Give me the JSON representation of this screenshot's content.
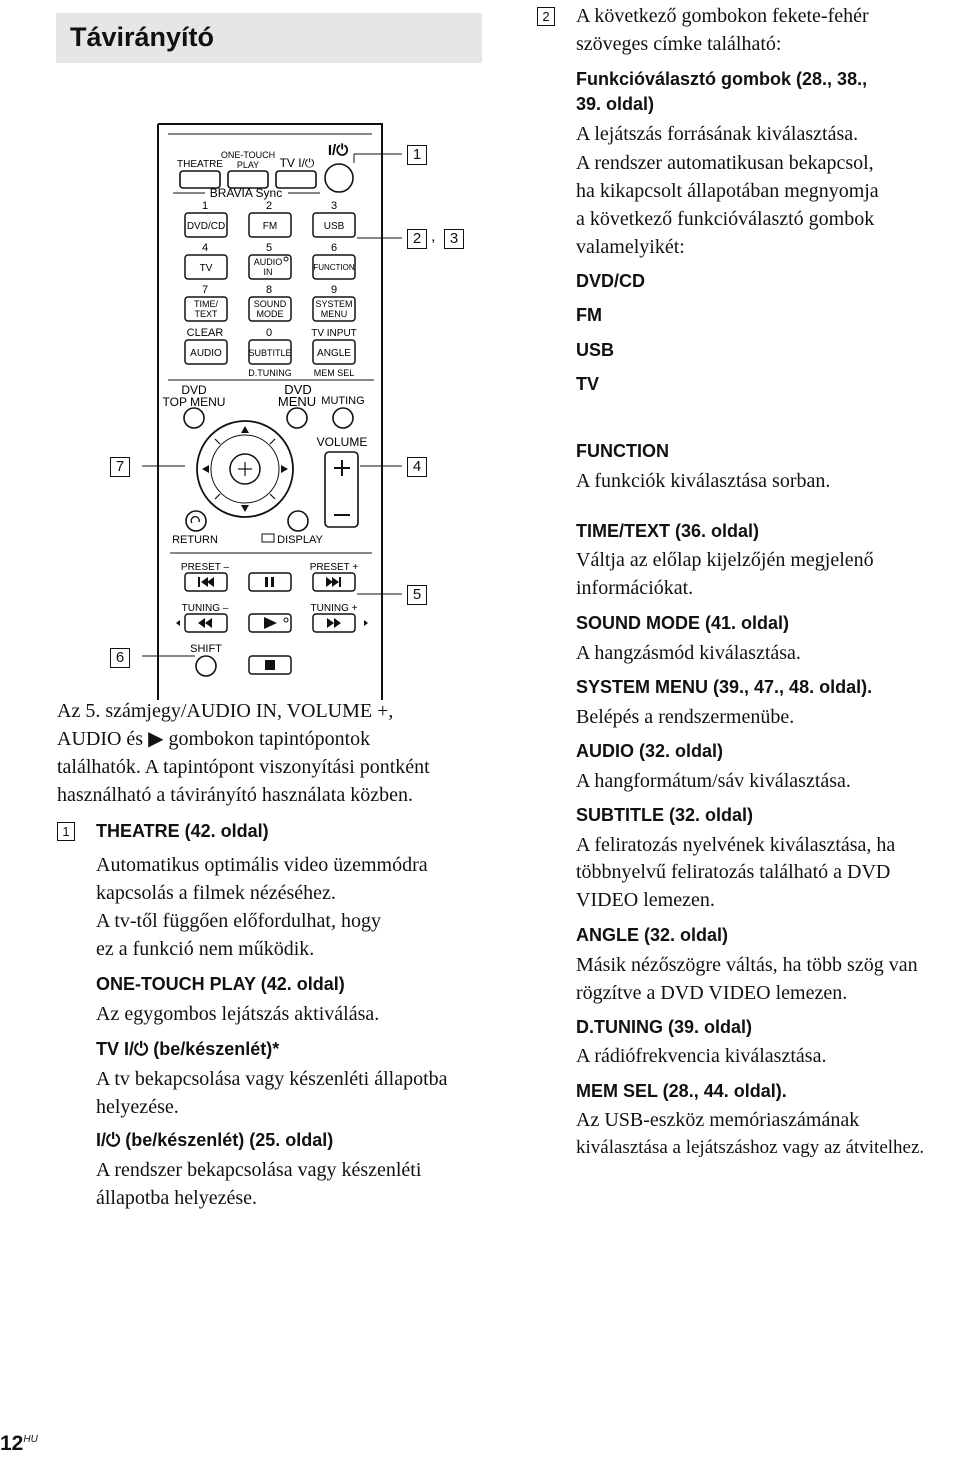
{
  "page": {
    "title": "Távirányító",
    "page_number": "12",
    "page_suffix": "HU"
  },
  "remote": {
    "callouts": [
      "1",
      "2",
      "3",
      "4",
      "5",
      "6",
      "7"
    ],
    "row_top": {
      "theatre": "THEATRE",
      "one_touch": "ONE-TOUCH",
      "play": "PLAY",
      "tv_power": "TV I/⏻",
      "power": "I/⏻"
    },
    "bravia": "BRAVIA Sync",
    "digits": [
      "1",
      "2",
      "3",
      "4",
      "5",
      "6",
      "7",
      "8",
      "9",
      "0"
    ],
    "keys": {
      "dvdcd": "DVD/CD",
      "fm": "FM",
      "usb": "USB",
      "tv": "TV",
      "audio_in_1": "AUDIO",
      "audio_in_2": "IN",
      "function": "FUNCTION",
      "time_1": "TIME/",
      "time_2": "TEXT",
      "sound_1": "SOUND",
      "sound_2": "MODE",
      "system_1": "SYSTEM",
      "system_2": "MENU",
      "clear": "CLEAR",
      "tv_input": "TV INPUT",
      "audio": "AUDIO",
      "subtitle": "SUBTITLE",
      "angle": "ANGLE",
      "dtuning": "D.TUNING",
      "memsel": "MEM SEL",
      "dvd1": "DVD",
      "top_menu": "TOP MENU",
      "dvd2": "DVD",
      "menu": "MENU",
      "muting": "MUTING",
      "volume": "VOLUME",
      "return": "RETURN",
      "display": "DISPLAY",
      "preset_minus": "PRESET –",
      "preset_plus": "PRESET +",
      "tuning_minus": "TUNING –",
      "tuning_plus": "TUNING +",
      "shift": "SHIFT"
    }
  },
  "left_text": {
    "intro": "Az 5. számjegy/AUDIO IN, VOLUME +, AUDIO és ▶ gombokon tapintópontok találhatók. A tapintópont viszonyítási pontként használható a távirányító használata közben.",
    "intro_lines": [
      "Az 5. számjegy/AUDIO IN, VOLUME +,",
      "AUDIO és ▶ gombokon tapintópontok",
      "találhatók. A tapintópont viszonyítási pontként",
      "használható a távirányító használata közben."
    ],
    "marker1": "1",
    "theatre_head": "THEATRE (42. oldal)",
    "theatre_body": [
      "Automatikus optimális video üzemmódra",
      "kapcsolás a filmek nézéséhez.",
      "A tv-től függően előfordulhat, hogy",
      "ez a funkció nem működik."
    ],
    "onetouch_head": "ONE-TOUCH PLAY (42. oldal)",
    "onetouch_body": "Az egygombos lejátszás aktiválása.",
    "tvpower_head": "TV I/⏻ (be/készenlét)*",
    "tvpower_body": [
      "A tv bekapcsolása vagy készenléti állapotba",
      "helyezése."
    ],
    "power_head": "I/⏻ (be/készenlét) (25. oldal)",
    "power_body": [
      "A rendszer bekapcsolása vagy készenléti",
      "állapotba helyezése."
    ]
  },
  "right_text": {
    "marker2": "2",
    "intro": [
      "A következő gombokon fekete-fehér",
      "szöveges címke található:"
    ],
    "func_head": [
      "Funkcióválasztó gombok (28., 38.,",
      "39. oldal)"
    ],
    "func_body": [
      "A lejátszás forrásának kiválasztása.",
      "A rendszer automatikusan bekapcsol,",
      "ha kikapcsolt állapotában megnyomja",
      "a következő funkcióválasztó gombok",
      "valamelyikét:"
    ],
    "func_list": [
      "DVD/CD",
      "FM",
      "USB",
      "TV"
    ],
    "function_head": "FUNCTION",
    "function_body": "A funkciók kiválasztása sorban.",
    "time_head": "TIME/TEXT (36. oldal)",
    "time_body": [
      "Váltja az előlap kijelzőjén megjelenő",
      "információkat."
    ],
    "sound_head": "SOUND MODE (41. oldal)",
    "sound_body": "A hangzásmód kiválasztása.",
    "system_head": "SYSTEM MENU (39., 47., 48. oldal).",
    "system_body": "Belépés a rendszermenübe.",
    "audio_head": "AUDIO (32. oldal)",
    "audio_body": "A hangformátum/sáv kiválasztása.",
    "subtitle_head": "SUBTITLE (32. oldal)",
    "subtitle_body": [
      "A feliratozás nyelvének kiválasztása, ha",
      "többnyelvű feliratozás található a DVD",
      "VIDEO lemezen."
    ],
    "angle_head": "ANGLE (32. oldal)",
    "angle_body": [
      "Másik nézőszögre váltás, ha több szög van",
      "rögzítve a DVD VIDEO lemezen."
    ],
    "dtuning_head": "D.TUNING (39. oldal)",
    "dtuning_body": "A rádiófrekvencia kiválasztása.",
    "memsel_head": "MEM SEL (28., 44. oldal).",
    "memsel_body": [
      "Az USB-eszköz memóriaszámának",
      "kiválasztása a lejátszáshoz vagy az átvitelhez."
    ]
  }
}
